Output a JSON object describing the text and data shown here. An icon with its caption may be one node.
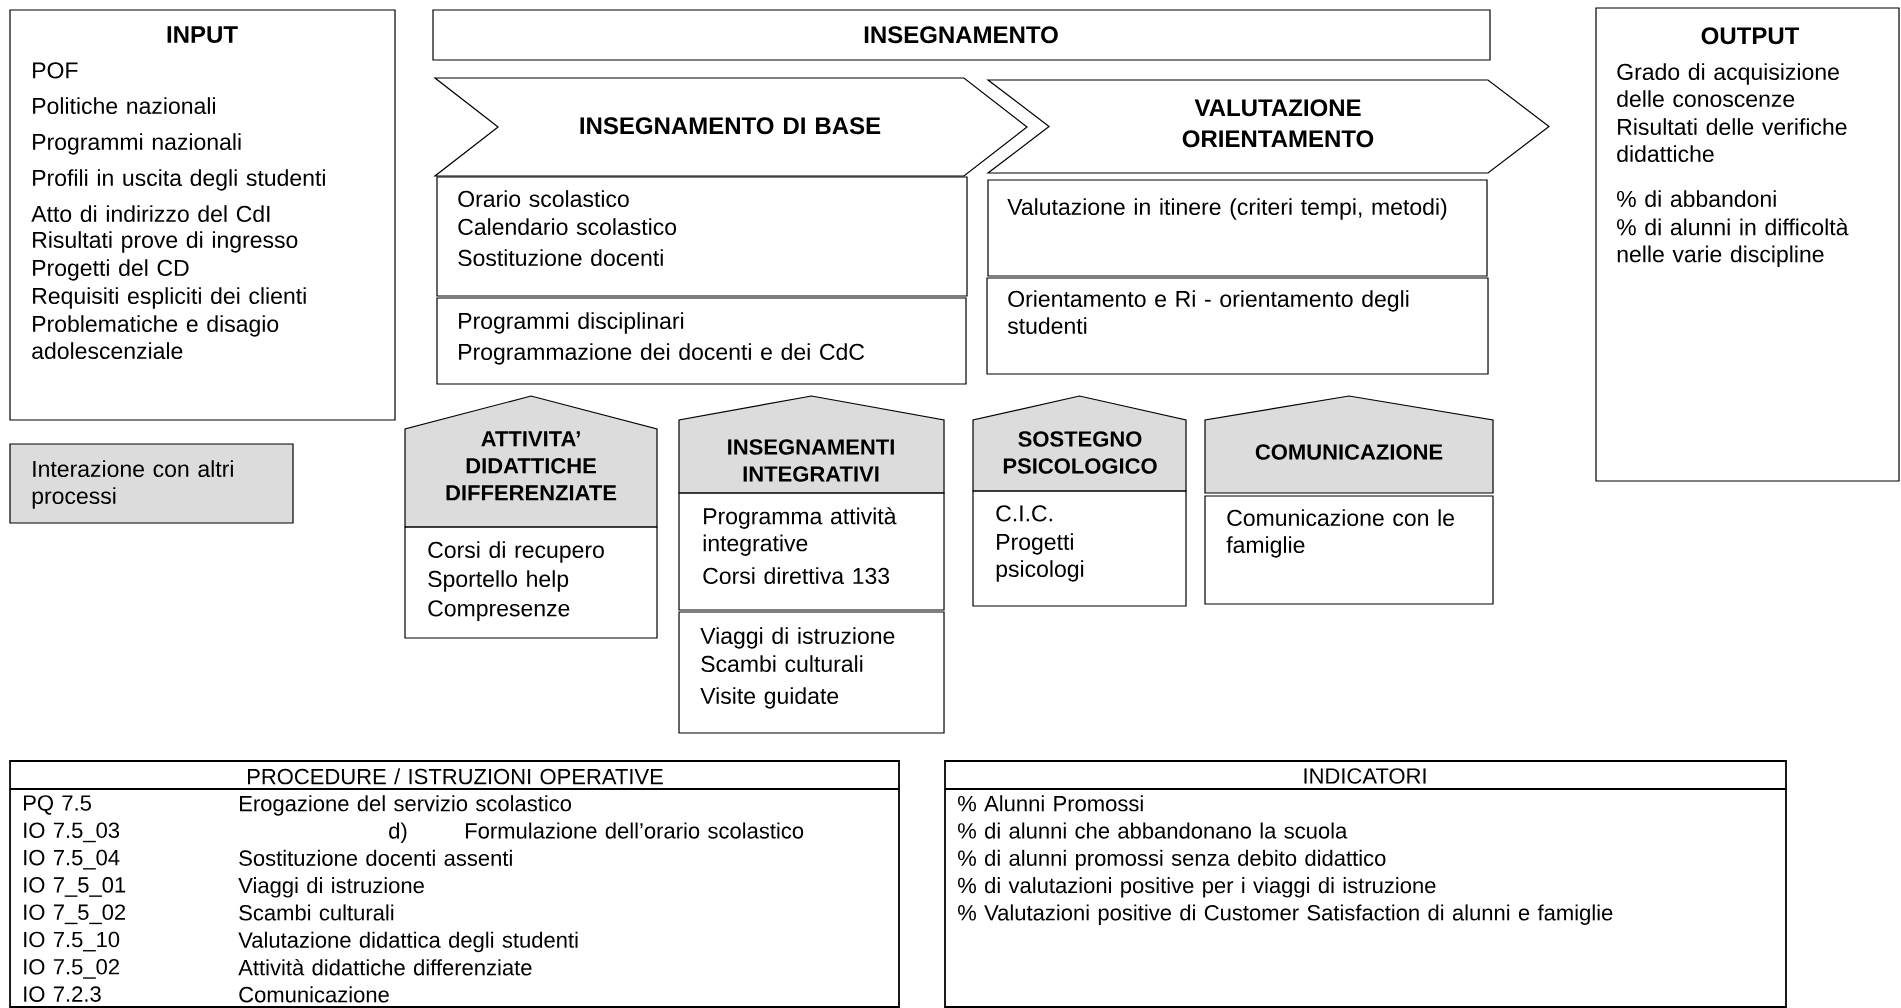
{
  "diagram": {
    "nodes": [
      {
        "text": [
          "INPUT",
          "POF",
          "Politiche nazionali",
          "Programmi nazionali",
          "Profili in uscita degli studenti",
          "Atto di indirizzo del CdI",
          "Risultati prove di ingresso",
          "Progetti del CD",
          "Requisiti espliciti dei clienti",
          "Problematiche e disagio adolescenziale"
        ]
      },
      {
        "text": [
          "Interazione con altri processi"
        ]
      },
      {
        "text": [
          "INSEGNAMENTO"
        ]
      },
      {
        "text": [
          "INSEGNAMENTO DI BASE"
        ]
      },
      {
        "text": [
          "VALUTAZIONE ORIENTAMENTO"
        ]
      },
      {
        "text": [
          "Orario scolastico",
          "Calendario scolastico",
          "Sostituzione docenti"
        ]
      },
      {
        "text": [
          "Programmi disciplinari",
          "Programmazione dei docenti e dei CdC"
        ]
      },
      {
        "text": [
          "Valutazione in itinere (criteri tempi, metodi)"
        ]
      },
      {
        "text": [
          "Orientamento e Ri - orientamento degli studenti"
        ]
      },
      {
        "text": [
          "ATTIVITA’ DIDATTICHE DIFFERENZIATE"
        ]
      },
      {
        "text": [
          "Corsi di recupero",
          "Sportello help",
          "Compresenze"
        ]
      },
      {
        "text": [
          "INSEGNAMENTI INTEGRATIVI"
        ]
      },
      {
        "text": [
          "Programma attività integrative",
          "Corsi direttiva 133"
        ]
      },
      {
        "text": [
          "Viaggi di istruzione",
          "Scambi culturali",
          "Visite guidate"
        ]
      },
      {
        "text": [
          "SOSTEGNO PSICOLOGICO"
        ]
      },
      {
        "text": [
          "C.I.C.",
          "Progetti psicologi"
        ]
      },
      {
        "text": [
          "COMUNICAZIONE"
        ]
      },
      {
        "text": [
          "Comunicazione con le famiglie"
        ]
      },
      {
        "text": [
          "OUTPUT",
          "Grado di acquisizione delle conoscenze",
          "Risultati delle verifiche didattiche",
          "% di abbandoni",
          "% di alunni in difficoltà nelle varie discipline"
        ]
      },
      {
        "text": [
          "PROCEDURE / ISTRUZIONI OPERATIVE",
          "PQ 7.5",
          "Erogazione del servizio scolastico",
          "IO 7.5_03",
          "d)",
          "Formulazione dell’orario scolastico",
          "IO 7.5_04",
          "Sostituzione docenti assenti",
          "IO 7_5_01",
          "Viaggi di istruzione",
          "IO 7_5_02",
          "Scambi culturali",
          "IO 7.5_10",
          "Valutazione didattica degli studenti",
          "IO 7.5_02",
          "Attività didattiche differenziate",
          "IO 7.2.3",
          "Comunicazione"
        ]
      },
      {
        "text": [
          "INDICATORI",
          "% Alunni Promossi",
          "% di alunni che abbandonano la scuola",
          "% di alunni promossi senza debito didattico",
          "% di valutazioni positive per i viaggi di istruzione",
          "% Valutazioni positive di Customer Satisfaction di alunni e famiglie"
        ]
      }
    ]
  }
}
